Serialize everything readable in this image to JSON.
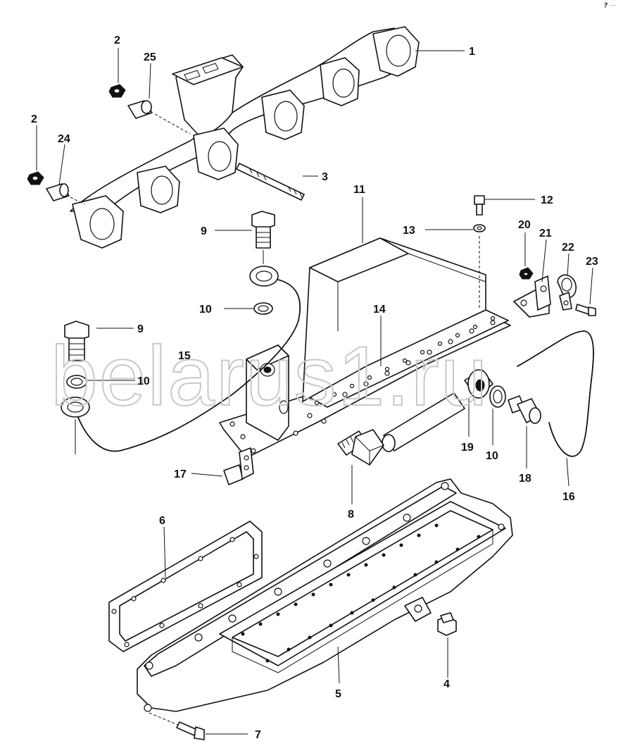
{
  "watermark": "belarus1.ru",
  "corner_mark": "⁋ ···",
  "labels": {
    "l1": "1",
    "l2a": "2",
    "l2b": "2",
    "l3": "3",
    "l4": "4",
    "l5": "5",
    "l6": "6",
    "l7": "7",
    "l8": "8",
    "l9a": "9",
    "l9b": "9",
    "l10a": "10",
    "l10b": "10",
    "l10c": "10",
    "l11": "11",
    "l12": "12",
    "l13": "13",
    "l14": "14",
    "l15": "15",
    "l16": "16",
    "l17": "17",
    "l18": "18",
    "l19": "19",
    "l20": "20",
    "l21": "21",
    "l22": "22",
    "l23": "23",
    "l24": "24",
    "l25": "25"
  }
}
